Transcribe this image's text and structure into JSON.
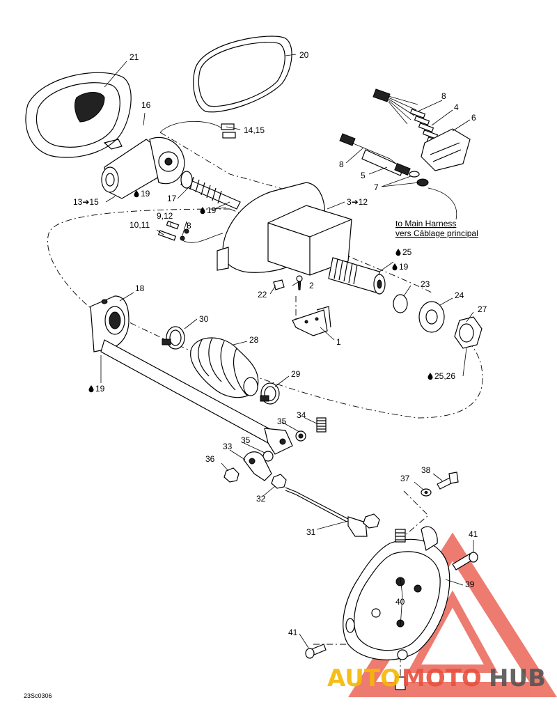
{
  "labels": {
    "p21": "21",
    "p20": "20",
    "p16": "16",
    "p14_15": "14,15",
    "p8a": "8",
    "p4": "4",
    "p6": "6",
    "p8b": "8",
    "p5": "5",
    "p7": "7",
    "p3_12": "3➔12",
    "p13_15": "13➔15",
    "p19a": "19",
    "p17": "17",
    "p19b": "19",
    "p9_12": "9,12",
    "p10_11": "10,11",
    "p8c": "8",
    "p25a": "25",
    "p19c": "19",
    "p23": "23",
    "p24": "24",
    "p27": "27",
    "p22": "22",
    "p2": "2",
    "p1": "1",
    "p18": "18",
    "p30": "30",
    "p28": "28",
    "p29": "29",
    "p19d": "19",
    "p25_26": "25,26",
    "p34": "34",
    "p35a": "35",
    "p35b": "35",
    "p33": "33",
    "p36": "36",
    "p32": "32",
    "p31": "31",
    "p38": "38",
    "p37": "37",
    "p41a": "41",
    "p39": "39",
    "p40": "40",
    "p41b": "41"
  },
  "harness_note": {
    "line1": "to Main Harness",
    "line2": "vers Câblage principal"
  },
  "drawing_ref": "23Sc0306",
  "watermark": {
    "part1": "AUTO",
    "part2": "MOTO",
    "part3": "HUB",
    "color_auto": "#f5b800",
    "color_moto": "#e8503f",
    "color_hub": "#555555",
    "triangle_color": "#e8503f"
  },
  "icons": [
    "oil-drop-icon"
  ]
}
